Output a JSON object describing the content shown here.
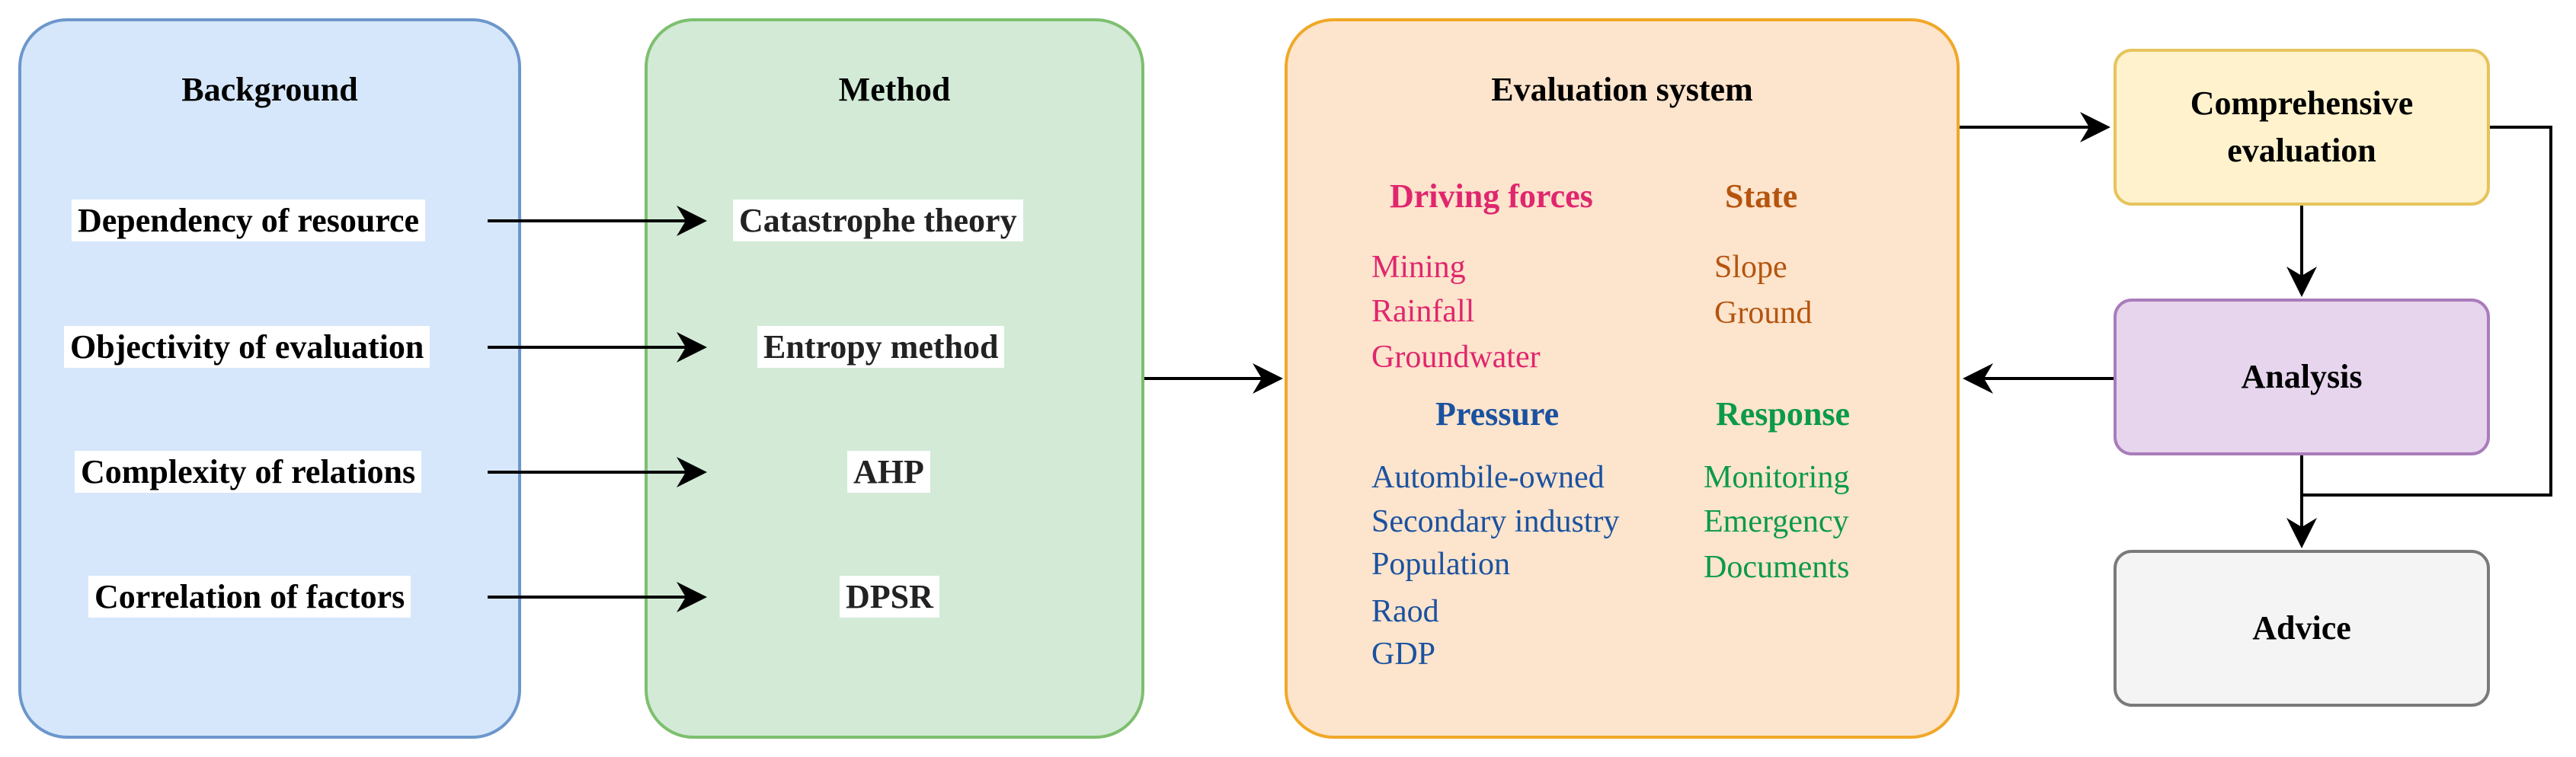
{
  "background": {
    "title": "Background",
    "items": [
      "Dependency of resource",
      "Objectivity of evaluation",
      "Complexity of relations",
      "Correlation of factors"
    ]
  },
  "method": {
    "title": "Method",
    "items": [
      "Catastrophe theory",
      "Entropy method",
      "AHP",
      "DPSR"
    ]
  },
  "evaluation": {
    "title": "Evaluation system",
    "driving": {
      "header": "Driving forces",
      "items": [
        "Mining",
        "Rainfall",
        "Groundwater"
      ]
    },
    "state": {
      "header": "State",
      "items": [
        "Slope",
        "Ground"
      ]
    },
    "pressure": {
      "header": "Pressure",
      "items": [
        "Autombile-owned",
        "Secondary industry",
        "Population",
        "Raod",
        "GDP"
      ]
    },
    "response": {
      "header": "Response",
      "items": [
        "Monitoring",
        "Emergency",
        "Documents"
      ]
    }
  },
  "right": {
    "comprehensive": "Comprehensive evaluation",
    "analysis": "Analysis",
    "advice": "Advice"
  },
  "colors": {
    "driving": "#e0266e",
    "state": "#b5540f",
    "pressure": "#1a52a0",
    "response": "#0a9a4a"
  }
}
